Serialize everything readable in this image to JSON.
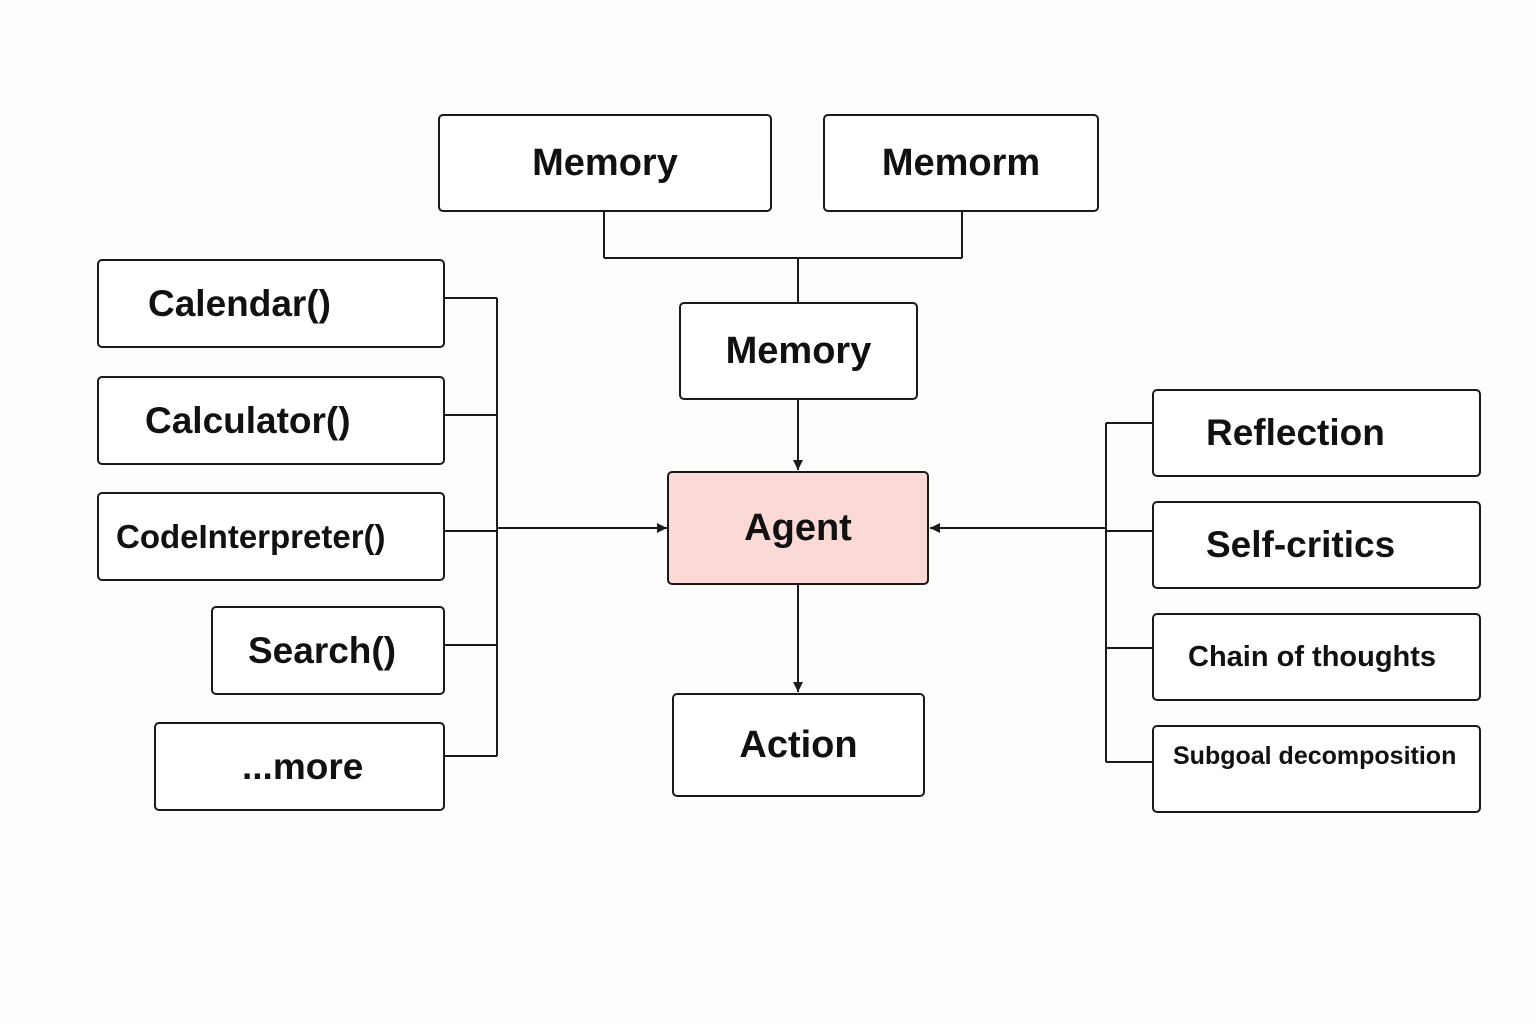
{
  "colors": {
    "background": "#fdfdfb",
    "box_fill": "#ffffff",
    "agent_fill": "#fad9d7",
    "stroke": "#1a1a1a"
  },
  "memory_row": {
    "left_label": "Memory",
    "right_label": "Memorm"
  },
  "memory_center_label": "Memory",
  "agent_label": "Agent",
  "action_label": "Action",
  "tools": [
    "Calendar()",
    "Calculator()",
    "CodeInterpreter()",
    "Search()",
    "...more"
  ],
  "planning": [
    "Reflection",
    "Self-critics",
    "Chain of thoughts",
    "Subgoal decomposition"
  ]
}
